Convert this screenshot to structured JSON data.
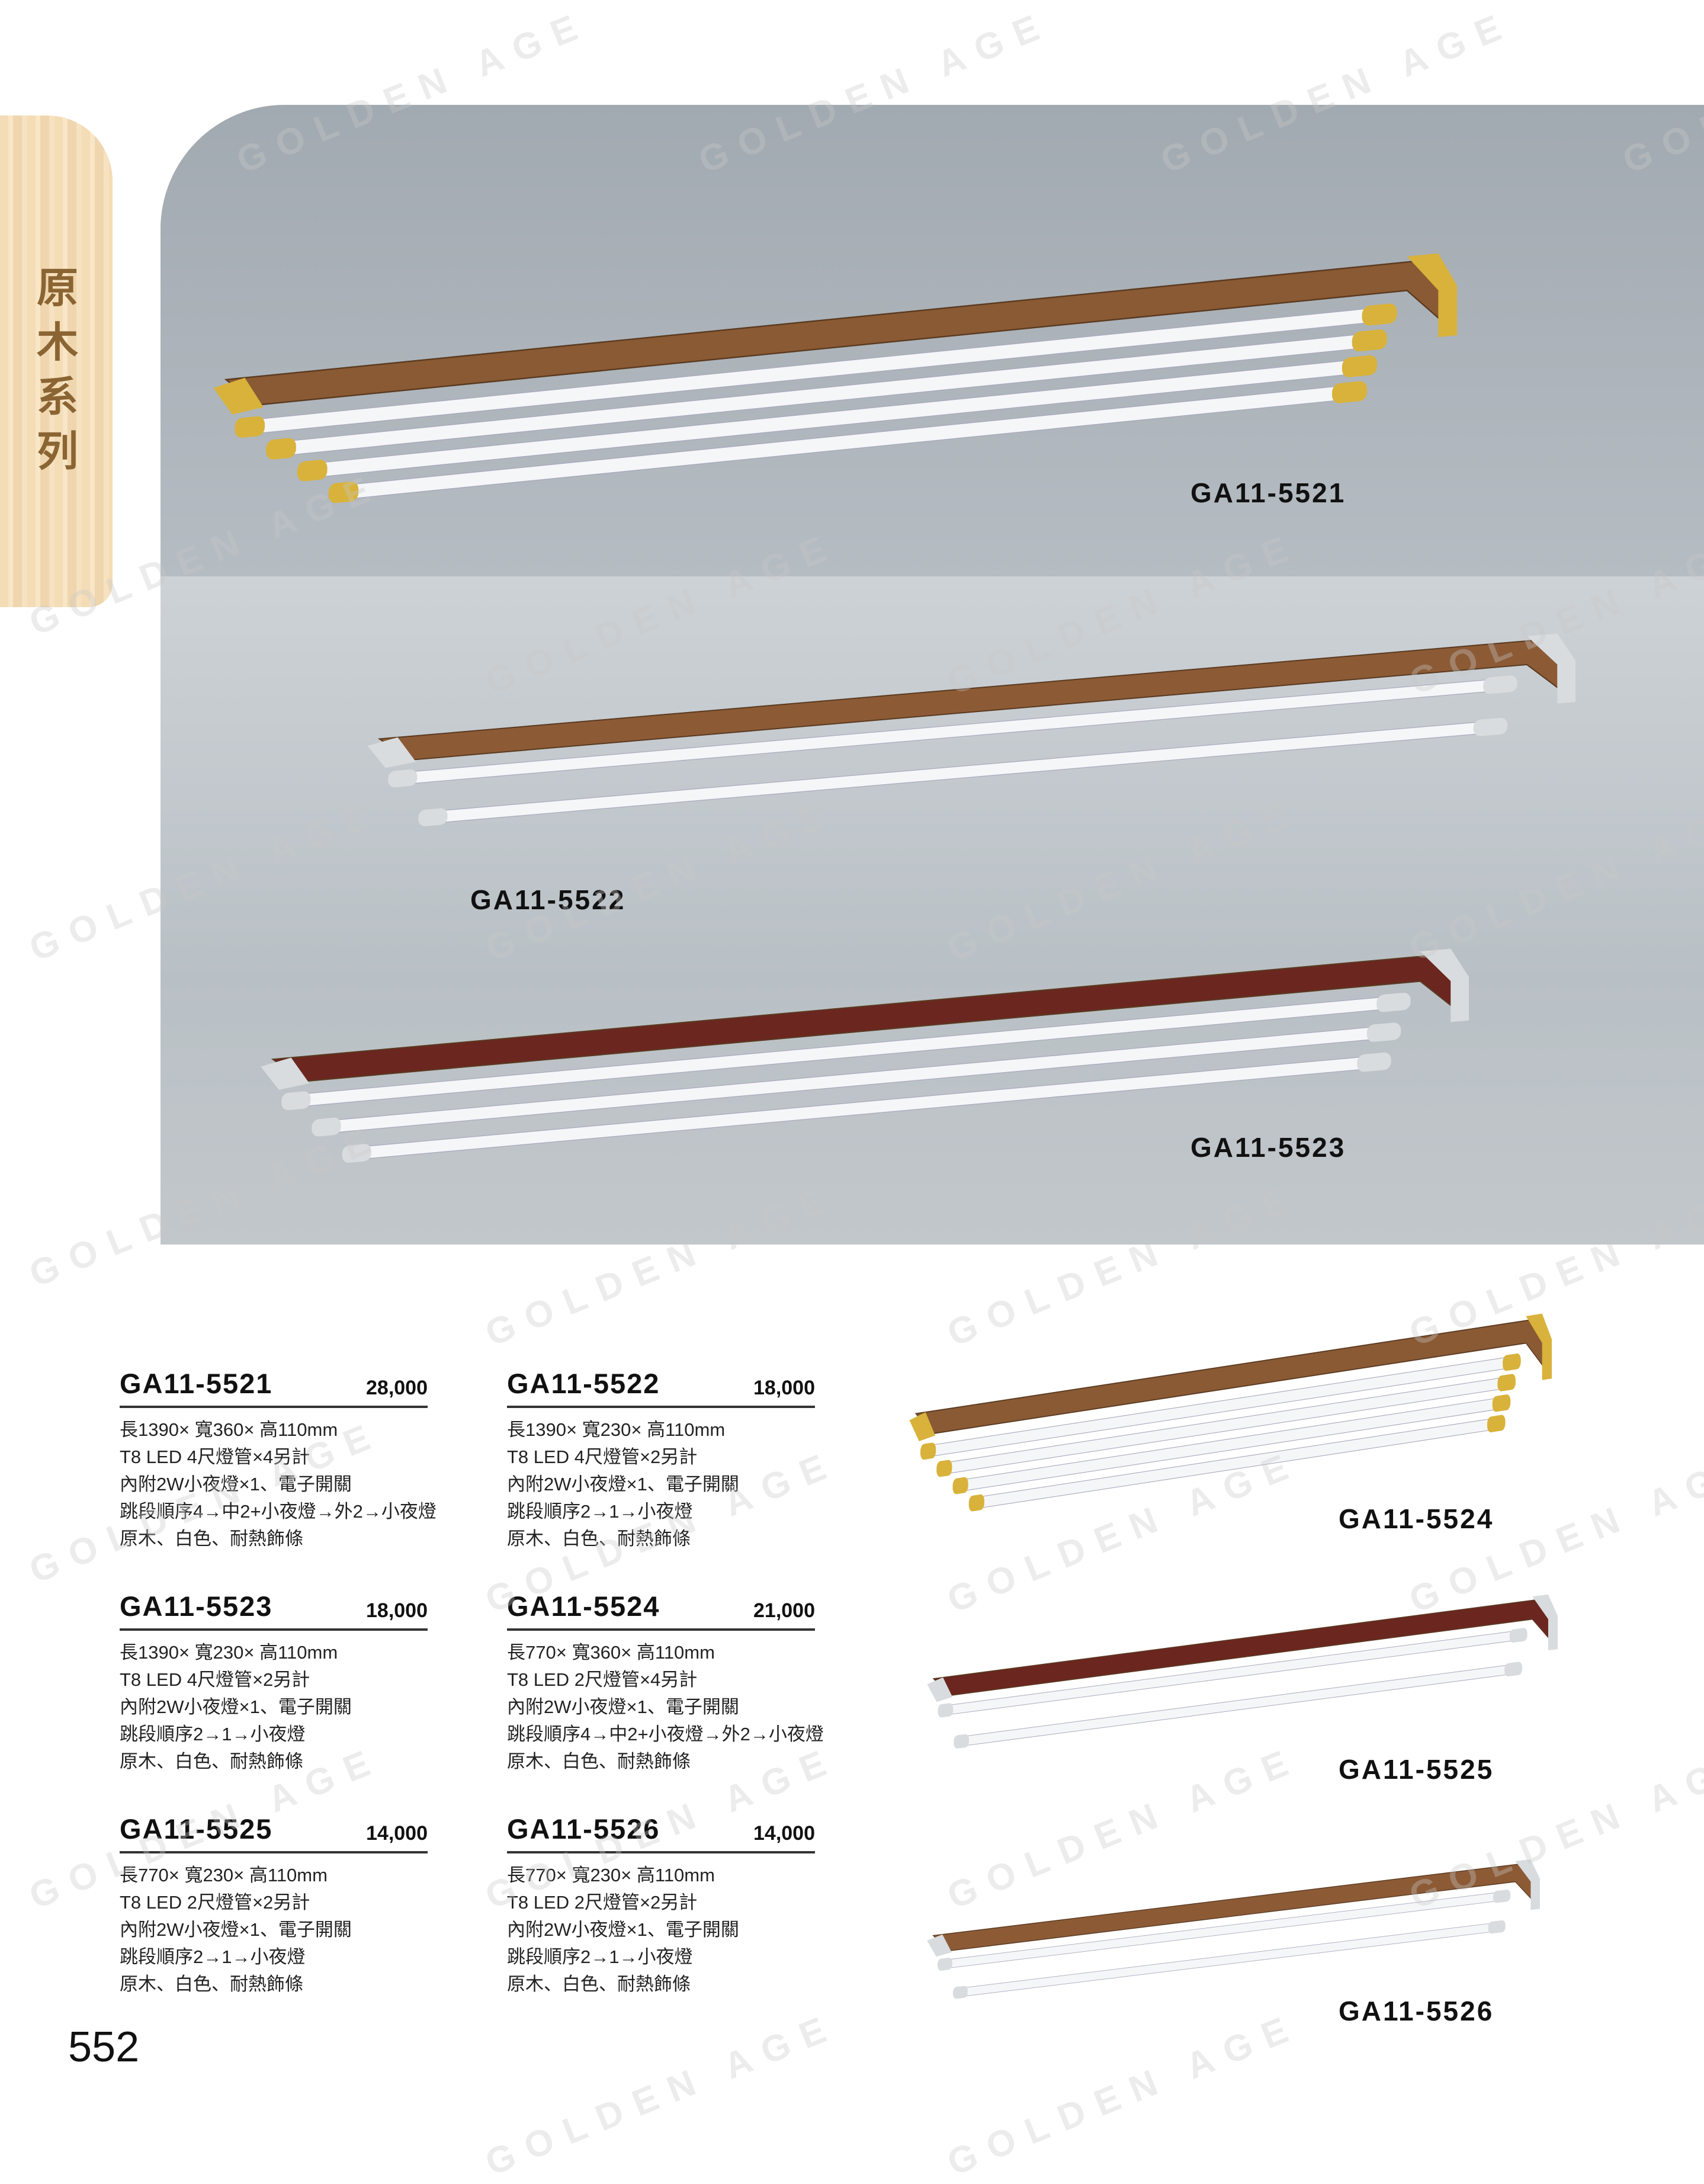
{
  "series_tab": "原木系列",
  "watermark": "GOLDEN AGE",
  "page_number": "552",
  "hero_labels": [
    "GA11-5521",
    "GA11-5522",
    "GA11-5523"
  ],
  "side_labels": [
    "GA11-5524",
    "GA11-5525",
    "GA11-5526"
  ],
  "lamps": [
    {
      "model": "GA11-5521",
      "wood": "#8a5a34",
      "cap": "#d8b23a",
      "tubes": 4
    },
    {
      "model": "GA11-5522",
      "wood": "#8c5b36",
      "cap": "#d9dcde",
      "tubes": 2
    },
    {
      "model": "GA11-5523",
      "wood": "#6b2620",
      "cap": "#d9dcde",
      "tubes": 3
    },
    {
      "model": "GA11-5524",
      "wood": "#8a5a34",
      "cap": "#d8b23a",
      "tubes": 4
    },
    {
      "model": "GA11-5525",
      "wood": "#6b2620",
      "cap": "#d9dcde",
      "tubes": 2
    },
    {
      "model": "GA11-5526",
      "wood": "#8c5b36",
      "cap": "#d9dcde",
      "tubes": 2
    }
  ],
  "products": [
    {
      "model": "GA11-5521",
      "price": "28,000",
      "lines": [
        "長1390× 寬360× 高110mm",
        "T8 LED  4尺燈管×4另計",
        "內附2W小夜燈×1、電子開關",
        "跳段順序4→中2+小夜燈→外2→小夜燈",
        "原木、白色、耐熱飾條"
      ]
    },
    {
      "model": "GA11-5522",
      "price": "18,000",
      "lines": [
        "長1390× 寬230× 高110mm",
        "T8 LED  4尺燈管×2另計",
        "內附2W小夜燈×1、電子開關",
        "跳段順序2→1→小夜燈",
        "原木、白色、耐熱飾條"
      ]
    },
    {
      "model": "GA11-5523",
      "price": "18,000",
      "lines": [
        "長1390× 寬230× 高110mm",
        "T8 LED  4尺燈管×2另計",
        "內附2W小夜燈×1、電子開關",
        "跳段順序2→1→小夜燈",
        "原木、白色、耐熱飾條"
      ]
    },
    {
      "model": "GA11-5524",
      "price": "21,000",
      "lines": [
        "長770× 寬360× 高110mm",
        "T8 LED  2尺燈管×4另計",
        "內附2W小夜燈×1、電子開關",
        "跳段順序4→中2+小夜燈→外2→小夜燈",
        "原木、白色、耐熱飾條"
      ]
    },
    {
      "model": "GA11-5525",
      "price": "14,000",
      "lines": [
        "長770× 寬230× 高110mm",
        "T8 LED  2尺燈管×2另計",
        "內附2W小夜燈×1、電子開關",
        "跳段順序2→1→小夜燈",
        "原木、白色、耐熱飾條"
      ]
    },
    {
      "model": "GA11-5526",
      "price": "14,000",
      "lines": [
        "長770× 寬230× 高110mm",
        "T8 LED  2尺燈管×2另計",
        "內附2W小夜燈×1、電子開關",
        "跳段順序2→1→小夜燈",
        "原木、白色、耐熱飾條"
      ]
    }
  ]
}
